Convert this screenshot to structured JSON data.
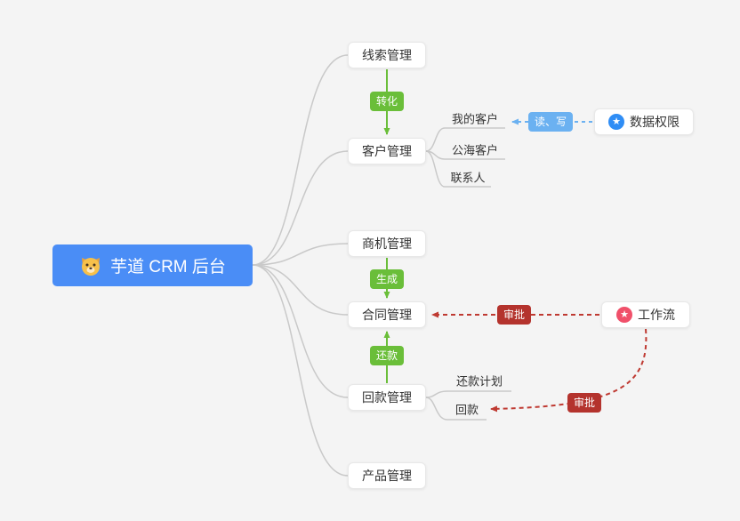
{
  "colors": {
    "background": "#f4f4f4",
    "root_bg": "#4a8df6",
    "green_accent": "#6abe39",
    "blue_badge": "#6bb1f1",
    "red_badge": "#b4332d",
    "red_line": "#bf3a32",
    "gray_line": "#c9c9c9",
    "data_permission_icon": "#2f8df5",
    "workflow_icon": "#f0506a"
  },
  "root": {
    "label": "芋道 CRM 后台"
  },
  "branches": [
    {
      "label": "线索管理"
    },
    {
      "label": "客户管理"
    },
    {
      "label": "商机管理"
    },
    {
      "label": "合同管理"
    },
    {
      "label": "回款管理"
    },
    {
      "label": "产品管理"
    }
  ],
  "customer_children": [
    {
      "label": "我的客户"
    },
    {
      "label": "公海客户"
    },
    {
      "label": "联系人"
    }
  ],
  "receivable_children": [
    {
      "label": "还款计划"
    },
    {
      "label": "回款"
    }
  ],
  "side_nodes": {
    "data_permission": {
      "label": "数据权限"
    },
    "workflow": {
      "label": "工作流"
    }
  },
  "edge_labels": {
    "convert": "转化",
    "generate": "生成",
    "repay": "还款",
    "read_write": "读、写",
    "approve_contract": "审批",
    "approve_receivable": "审批"
  },
  "icons": {
    "star": "★"
  }
}
